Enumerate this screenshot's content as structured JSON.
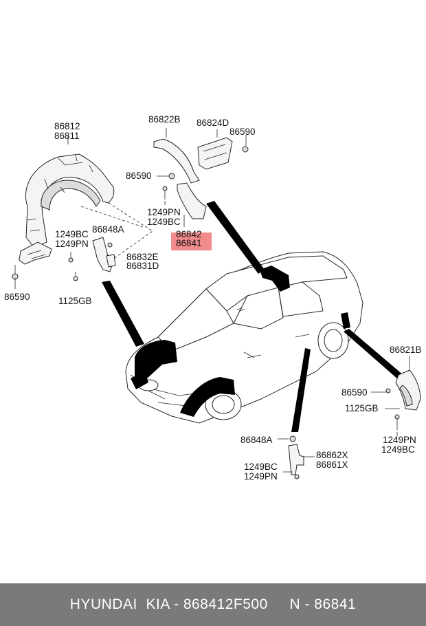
{
  "labels": {
    "l86812": "86812",
    "l86811": "86811",
    "l86822B": "86822B",
    "l86824D": "86824D",
    "l86590a": "86590",
    "l86590b": "86590",
    "l1249PNa": "1249PN",
    "l1249BCa": "1249BC",
    "l86842": "86842",
    "l86841": "86841",
    "l1249BCb": "1249BC",
    "l1249PNb": "1249PN",
    "l86848Aa": "86848A",
    "l86832E": "86832E",
    "l86831D": "86831D",
    "l86590c": "86590",
    "l1125GBa": "1125GB",
    "l86821B": "86821B",
    "l86590d": "86590",
    "l1125GBb": "1125GB",
    "l1249PNc": "1249PN",
    "l1249BCc": "1249BC",
    "l86848Ab": "86848A",
    "l86862X": "86862X",
    "l86861X": "86861X",
    "l1249BCd": "1249BC",
    "l1249PNd": "1249PN"
  },
  "highlight_color": "#f28b8b",
  "footer": {
    "brand": "HYUNDAI  KIA - 868412F500",
    "number": "N - 86841"
  }
}
